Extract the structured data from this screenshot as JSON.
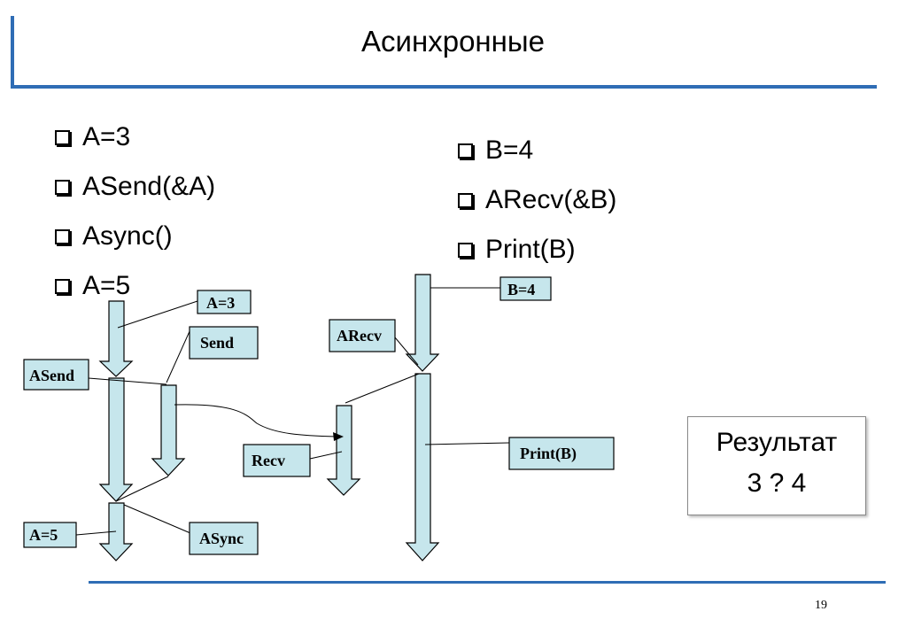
{
  "title": "Асинхронные",
  "left_list": [
    "A=3",
    "ASend(&A)",
    "Async()",
    "A=5"
  ],
  "right_list": [
    "B=4",
    "ARecv(&B)",
    "Print(B)"
  ],
  "labels": {
    "a3": "A=3",
    "send": "Send",
    "asend": "ASend",
    "a5": "A=5",
    "async": "ASync",
    "recv": "Recv",
    "arecv": "ARecv",
    "b4": "B=4",
    "printb": "Print(B)"
  },
  "result": {
    "label": "Результат",
    "value": "3 ? 4"
  },
  "page_number": "19",
  "colors": {
    "accent": "#2f6db5",
    "arrow_fill": "#c6e6ec",
    "label_fill": "#c6e6ec"
  }
}
